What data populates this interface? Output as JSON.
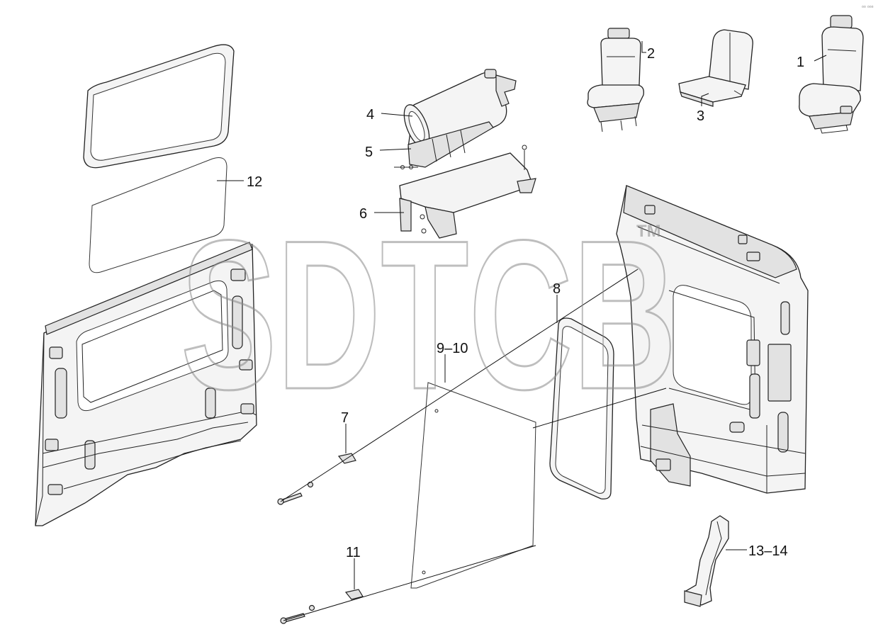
{
  "watermark": {
    "text": "SDTCB",
    "mark": "TM"
  },
  "callouts": {
    "c1": "1",
    "c2": "2",
    "c3": "3",
    "c4": "4",
    "c5": "5",
    "c6": "6",
    "c7": "7",
    "c8": "8",
    "c9_10": "9–10",
    "c11": "11",
    "c12": "12",
    "c13_14": "13–14"
  },
  "corner_mark": "▫▫ ▫▫▫",
  "colors": {
    "line": "#222222",
    "watermark": "#8a8a8a",
    "background": "#ffffff"
  }
}
